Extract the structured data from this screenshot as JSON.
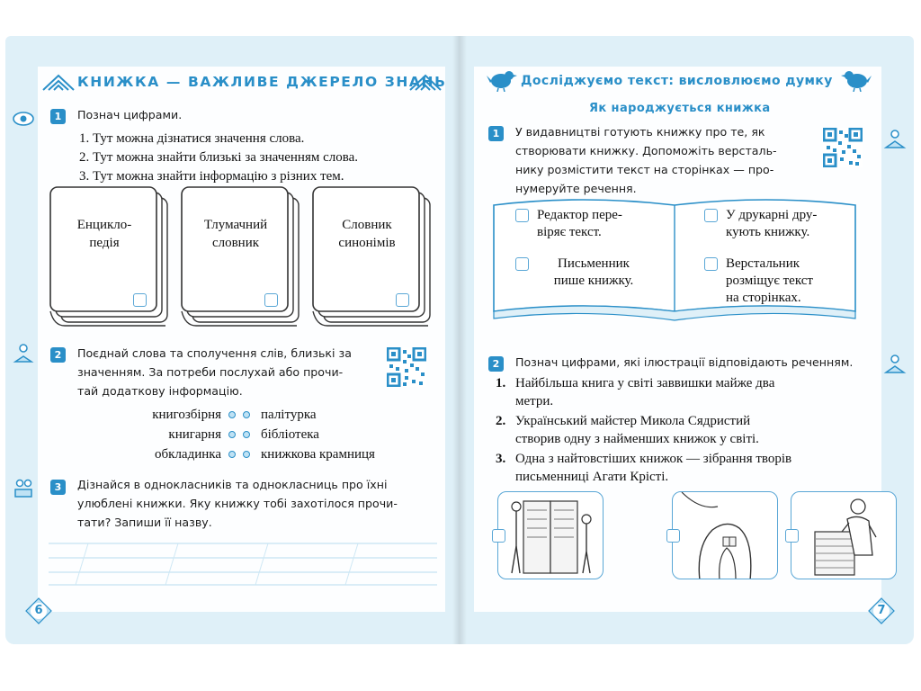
{
  "left_page": {
    "chapter_title": "КНИЖКА — ВАЖЛИВЕ ДЖЕРЕЛО ЗНАНЬ",
    "page_number": "6",
    "task1": {
      "number": "1",
      "instruction": "Познач цифрами.",
      "items": [
        "1. Тут можна дізнатися значення слова.",
        "2. Тут можна знайти близькі за значенням слова.",
        "3. Тут можна знайти інформацію з різних тем."
      ],
      "books": [
        {
          "line1": "Енцикло-",
          "line2": "педія"
        },
        {
          "line1": "Тлумачний",
          "line2": "словник"
        },
        {
          "line1": "Словник",
          "line2": "синонімів"
        }
      ]
    },
    "task2": {
      "number": "2",
      "instruction_line1": "Поєднай слова та сполучення слів, близькі за",
      "instruction_line2": "значенням. За потреби послухай або прочи-",
      "instruction_line3": "тай додаткову інформацію.",
      "left_words": [
        "книгозбірня",
        "книгарня",
        "обкладинка"
      ],
      "right_words": [
        "палітурка",
        "бібліотека",
        "книжкова крамниця"
      ]
    },
    "task3": {
      "number": "3",
      "instruction_line1": "Дізнайся в однокласників та однокласниць про їхні",
      "instruction_line2": "улюблені книжки. Яку книжку тобі захотілося прочи-",
      "instruction_line3": "тати? Запиши її назву."
    }
  },
  "right_page": {
    "section_title": "Досліджуємо текст: висловлюємо думку",
    "sub_title": "Як народжується книжка",
    "page_number": "7",
    "task1": {
      "number": "1",
      "instruction_line1": "У видавництві готують книжку про те, як",
      "instruction_line2": "створювати книжку. Допоможіть версталь-",
      "instruction_line3": "нику розмістити текст на сторінках — про-",
      "instruction_line4": "нумеруйте речення.",
      "cards": [
        {
          "line1": "Редактор пере-",
          "line2": "віряє текст.",
          "line3": ""
        },
        {
          "line1": "У друкарні дру-",
          "line2": "кують книжку.",
          "line3": ""
        },
        {
          "line1": "Письменник",
          "line2": "пише книжку.",
          "line3": ""
        },
        {
          "line1": "Верстальник",
          "line2": "розміщує текст",
          "line3": "на сторінках."
        }
      ]
    },
    "task2": {
      "number": "2",
      "instruction": "Познач цифрами, які ілюстрації відповідають реченням.",
      "items": [
        {
          "n": "1.",
          "line1": "Найбільша книга у світі заввишки майже два",
          "line2": "метри."
        },
        {
          "n": "2.",
          "line1": "Український майстер Микола Сядристий",
          "line2": "створив одну з найменших книжок у світі."
        },
        {
          "n": "3.",
          "line1": "Одна з найтовстіших книжок — зібрання творів",
          "line2": "письменниці Агати Крісті."
        }
      ]
    }
  },
  "colors": {
    "accent": "#2a8fc8",
    "page_tint": "#dff0f8",
    "checkbox": "#5aa7d6"
  },
  "icons": [
    "eye-icon",
    "reading-person-icon",
    "bird-icon",
    "qr-code-icon",
    "page-badge-icon"
  ]
}
